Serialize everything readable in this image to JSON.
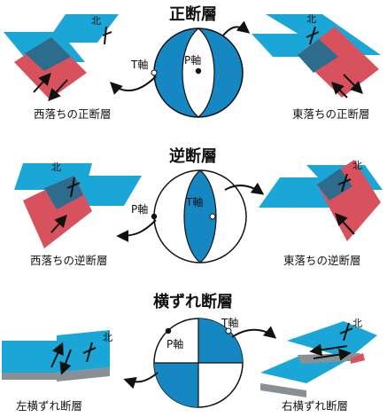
{
  "colors": {
    "plane_blue": "#1aa7d8",
    "plane_red": "#d8525e",
    "overlap": "#2e6c8e",
    "beachball_blue": "#1587c2",
    "gray_side": "#8a8f96",
    "stroke": "#111111"
  },
  "sections": [
    {
      "id": "normal",
      "title": "正断層",
      "axis_p": "P軸",
      "axis_t": "T軸",
      "left_caption": "西落ちの正断層",
      "right_caption": "東落ちの正断層",
      "north": "北"
    },
    {
      "id": "reverse",
      "title": "逆断層",
      "axis_p": "P軸",
      "axis_t": "T軸",
      "left_caption": "西落ちの逆断層",
      "right_caption": "東落ちの逆断層",
      "north": "北"
    },
    {
      "id": "strike-slip",
      "title": "横ずれ断層",
      "axis_p": "P軸",
      "axis_t": "T軸",
      "left_caption": "左横ずれ断層",
      "right_caption": "右横ずれ断層",
      "north": "北"
    }
  ]
}
